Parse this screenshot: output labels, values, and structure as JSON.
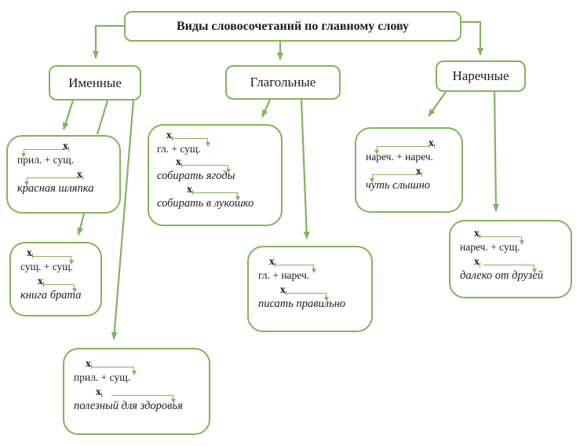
{
  "title": "Виды словосочетаний по главному слову",
  "marker": "х",
  "branches": {
    "nominal": "Именные",
    "verbal": "Глагольные",
    "adverbial": "Наречные"
  },
  "boxes": {
    "adj_noun": {
      "pattern": "прил. + сущ.",
      "example": "красная шляпка"
    },
    "noun_noun": {
      "pattern": "сущ. + сущ.",
      "example": "книга брата"
    },
    "adj_noun2": {
      "pattern": "прил. + сущ.",
      "example": "полезный для здоровья"
    },
    "verb_noun": {
      "pattern": "гл. + сущ.",
      "examples": [
        "собирать ягоды",
        "собирать в лукошко"
      ]
    },
    "verb_adverb": {
      "pattern": "гл. + нареч.",
      "example": "писать правильно"
    },
    "adverb_adverb": {
      "pattern": "нареч. + нареч.",
      "example": "чуть слышно"
    },
    "adverb_noun": {
      "pattern": "нареч. + сущ.",
      "example": "далеко от друзей"
    }
  },
  "colors": {
    "line": "#82b45e",
    "text": "#1c1c1c",
    "background": "#ffffff"
  }
}
